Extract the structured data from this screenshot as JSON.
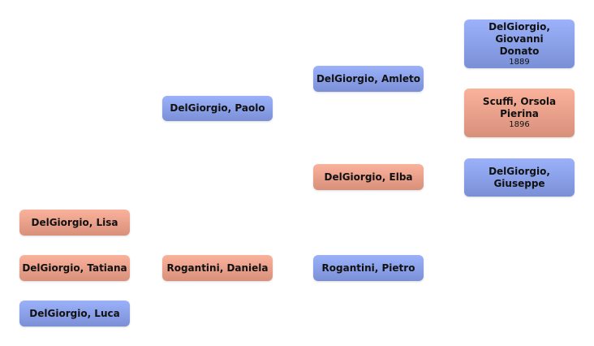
{
  "persons": {
    "lisa": {
      "name": "DelGiorgio, Lisa",
      "sex": "female"
    },
    "tatiana": {
      "name": "DelGiorgio, Tatiana",
      "sex": "female"
    },
    "luca": {
      "name": "DelGiorgio, Luca",
      "sex": "male"
    },
    "paolo": {
      "name": "DelGiorgio, Paolo",
      "sex": "male"
    },
    "daniela": {
      "name": "Rogantini, Daniela",
      "sex": "female"
    },
    "amleto": {
      "name": "DelGiorgio, Amleto",
      "sex": "male"
    },
    "elba": {
      "name": "DelGiorgio, Elba",
      "sex": "female"
    },
    "pietro": {
      "name": "Rogantini, Pietro",
      "sex": "male"
    },
    "giovanni": {
      "name": "DelGiorgio, Giovanni Donato",
      "year": "1889",
      "sex": "male"
    },
    "orsola": {
      "name": "Scuffi, Orsola Pierina",
      "year": "1896",
      "sex": "female"
    },
    "giuseppe": {
      "name": "DelGiorgio, Giuseppe",
      "sex": "male"
    }
  },
  "colors": {
    "male": "#8aa0e8",
    "female": "#e9a08a"
  }
}
